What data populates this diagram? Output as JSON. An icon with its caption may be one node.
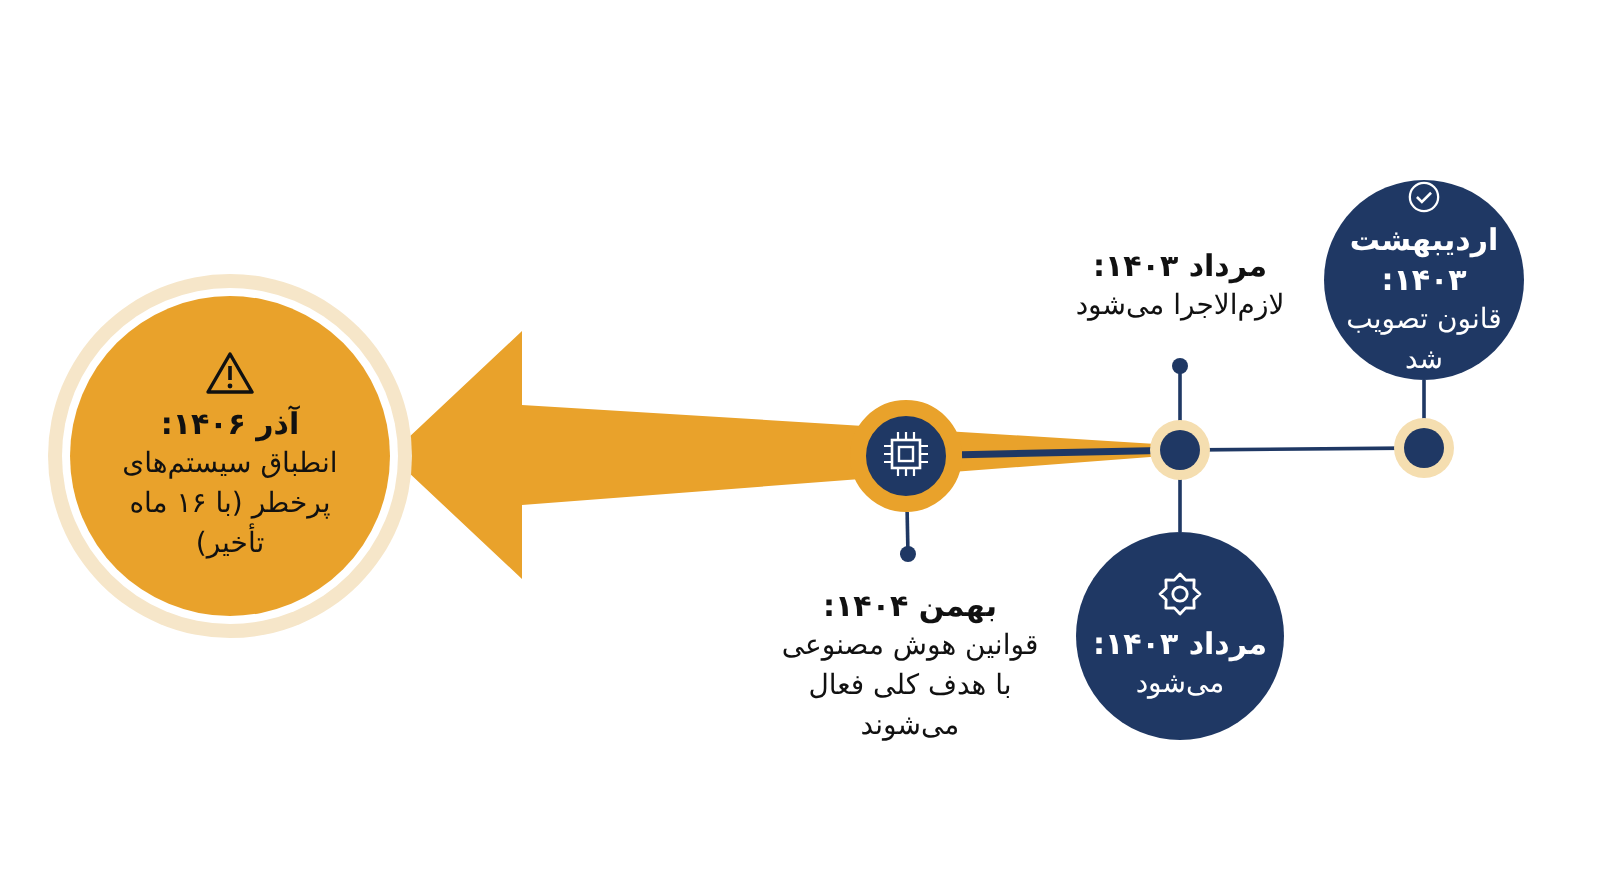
{
  "diagram": {
    "nodes": [
      {
        "text": [
          "اردیبهشت ۱۴۰۳:",
          "قانون تصویب شد"
        ]
      },
      {
        "text": [],
        "shape": "circle"
      },
      {
        "text": [
          "مرداد ۱۴۰۳:",
          "لازم‌الاجرا می‌شود"
        ]
      },
      {
        "text": [],
        "shape": "circle"
      },
      {
        "text": [
          "مرداد ۱۴۰۳:",
          "می‌شود"
        ]
      },
      {
        "text": [],
        "shape": "circle"
      },
      {
        "text": [
          "بهمن ۱۴۰۴:",
          "قوانین هوش مصنوعی با هدف کلی فعال می‌شوند"
        ]
      },
      {
        "text": [
          "آذر ۱۴۰۶:",
          "انطباق سیستم‌های پرخطر (با ۱۶ ماه تأخیر)"
        ]
      }
    ],
    "edges": [
      {
        "from": 0,
        "to": 1,
        "arrow": "none"
      },
      {
        "from": 2,
        "to": 3,
        "arrow": "other"
      },
      {
        "from": 3,
        "to": 4,
        "arrow": "none"
      },
      {
        "from": 1,
        "to": 3,
        "arrow": "none"
      },
      {
        "from": 3,
        "to": 7,
        "arrow": "to",
        "style": "thick",
        "color": "#e9a22b"
      },
      {
        "from": 3,
        "to": 5,
        "arrow": "none",
        "style": "thick"
      },
      {
        "from": 6,
        "to": 5,
        "arrow": "other"
      }
    ]
  }
}
